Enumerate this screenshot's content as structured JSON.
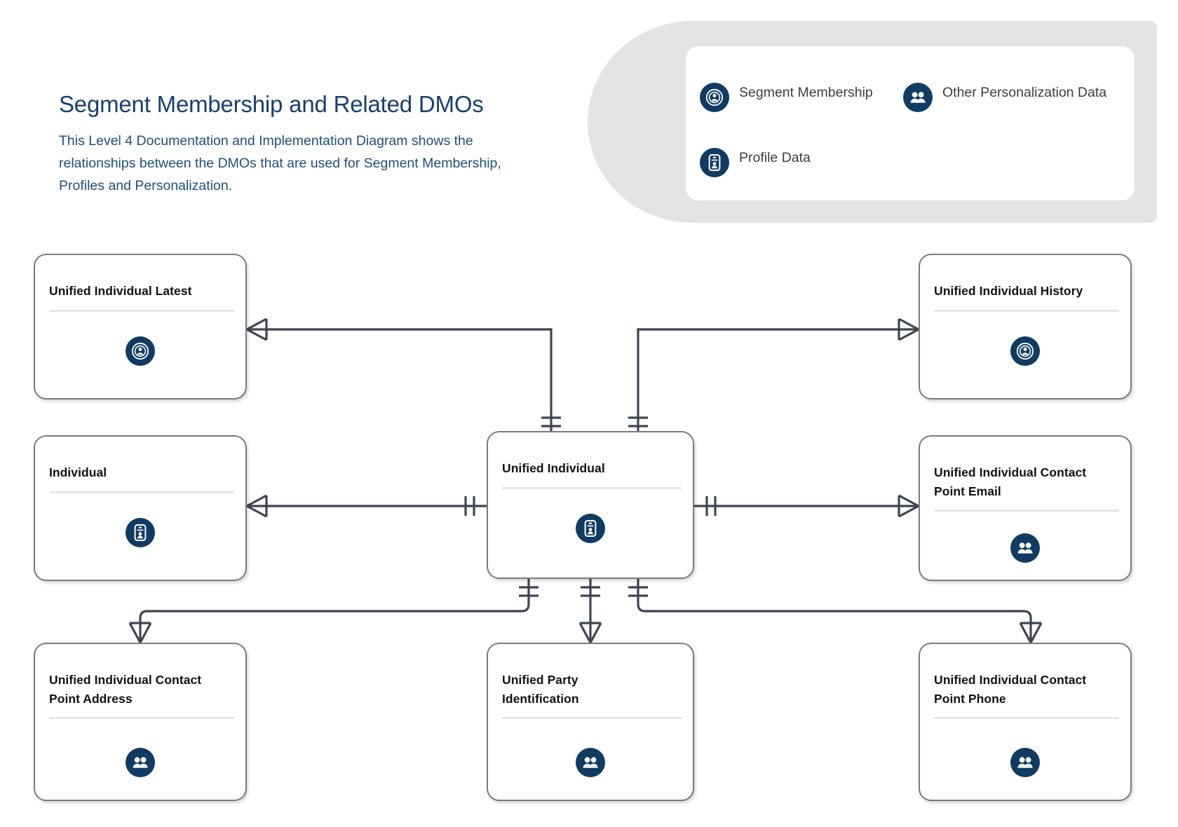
{
  "header": {
    "title": "Segment Membership and Related DMOs",
    "description": "This Level 4 Documentation and Implementation Diagram shows the relationships between the DMOs that are used for Segment Membership, Profiles and Personalization.",
    "accent_color": "#16406e",
    "banner_color": "#e4e4e4"
  },
  "legend": {
    "items": [
      {
        "label": "Segment Membership",
        "icon": "segment-membership-icon",
        "color": "#103b62"
      },
      {
        "label": "Other Personalization Data",
        "icon": "group-people-icon",
        "color": "#103b62"
      },
      {
        "label": "Profile Data",
        "icon": "id-card-person-icon",
        "color": "#103b62"
      }
    ]
  },
  "diagram": {
    "type": "entity-relationship-diagram",
    "entity_border_color": "#7b7b7b",
    "link_color": "#3f4550",
    "entities": [
      {
        "id": "unified-individual-latest",
        "name": "Unified Individual Latest",
        "category": "Segment Membership",
        "icon": "segment-membership-icon"
      },
      {
        "id": "unified-individual-history",
        "name": "Unified Individual History",
        "category": "Segment Membership",
        "icon": "segment-membership-icon"
      },
      {
        "id": "individual",
        "name": "Individual",
        "category": "Profile Data",
        "icon": "id-card-person-icon"
      },
      {
        "id": "unified-individual",
        "name": "Unified Individual",
        "category": "Profile Data",
        "icon": "id-card-person-icon"
      },
      {
        "id": "unified-individual-contact-point-email",
        "name": "Unified Individual Contact Point Email",
        "category": "Other Personalization Data",
        "icon": "group-people-icon"
      },
      {
        "id": "unified-individual-contact-point-address",
        "name": "Unified Individual Contact Point Address",
        "category": "Other Personalization Data",
        "icon": "group-people-icon"
      },
      {
        "id": "unified-party-identification",
        "name": "Unified Party Identification",
        "category": "Other Personalization Data",
        "icon": "group-people-icon"
      },
      {
        "id": "unified-individual-contact-point-phone",
        "name": "Unified Individual Contact Point Phone",
        "category": "Other Personalization Data",
        "icon": "group-people-icon"
      }
    ],
    "relationships": [
      {
        "from": "unified-individual",
        "to": "unified-individual-latest",
        "from_cardinality": "one-and-only-one",
        "to_cardinality": "many"
      },
      {
        "from": "unified-individual",
        "to": "unified-individual-history",
        "from_cardinality": "one-and-only-one",
        "to_cardinality": "many"
      },
      {
        "from": "individual",
        "to": "unified-individual",
        "from_cardinality": "many",
        "to_cardinality": "one-and-only-one"
      },
      {
        "from": "unified-individual",
        "to": "unified-individual-contact-point-email",
        "from_cardinality": "one-and-only-one",
        "to_cardinality": "many"
      },
      {
        "from": "unified-individual",
        "to": "unified-individual-contact-point-address",
        "from_cardinality": "one-and-only-one",
        "to_cardinality": "many"
      },
      {
        "from": "unified-individual",
        "to": "unified-party-identification",
        "from_cardinality": "one-and-only-one",
        "to_cardinality": "many"
      },
      {
        "from": "unified-individual",
        "to": "unified-individual-contact-point-phone",
        "from_cardinality": "one-and-only-one",
        "to_cardinality": "many"
      }
    ]
  }
}
